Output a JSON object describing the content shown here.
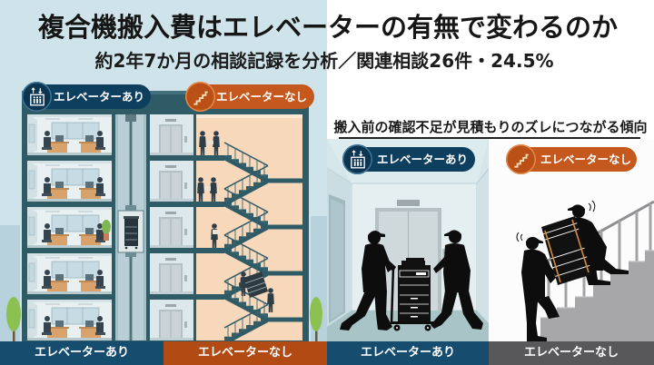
{
  "title": "複合機搬入費はエレベーターの有無で変わるのか",
  "subtitle": {
    "analysis": "約2年7か月の相談記録を分析",
    "separator": "／",
    "related_label": "関連相談",
    "related_count": "26件",
    "dot": "・",
    "share": "24.5%"
  },
  "building_scene": {
    "badge_with": {
      "label": "エレベーターあり",
      "icon": "elevator-icon"
    },
    "badge_without": {
      "label": "エレベーターなし",
      "icon": "stairs-icon"
    }
  },
  "comparison_scene": {
    "heading": "搬入前の確認不足が見積もりのズレにつながる傾向",
    "badge_with": {
      "label": "エレベーターあり",
      "icon": "elevator-icon"
    },
    "badge_without": {
      "label": "エレベーターなし",
      "icon": "stairs-icon"
    }
  },
  "footer": {
    "labels": [
      "エレベーターあり",
      "エレベーターなし",
      "エレベーターあり",
      "エレベーターなし"
    ]
  },
  "colors": {
    "with_elevator": "#0f3f5f",
    "without_elevator": "#c5581c",
    "footer_blue": "#164d6f",
    "footer_orange": "#b14a13",
    "footer_gray": "#58585a",
    "sky": "#cfe4ea",
    "stairwell": "#f8d8bb"
  }
}
